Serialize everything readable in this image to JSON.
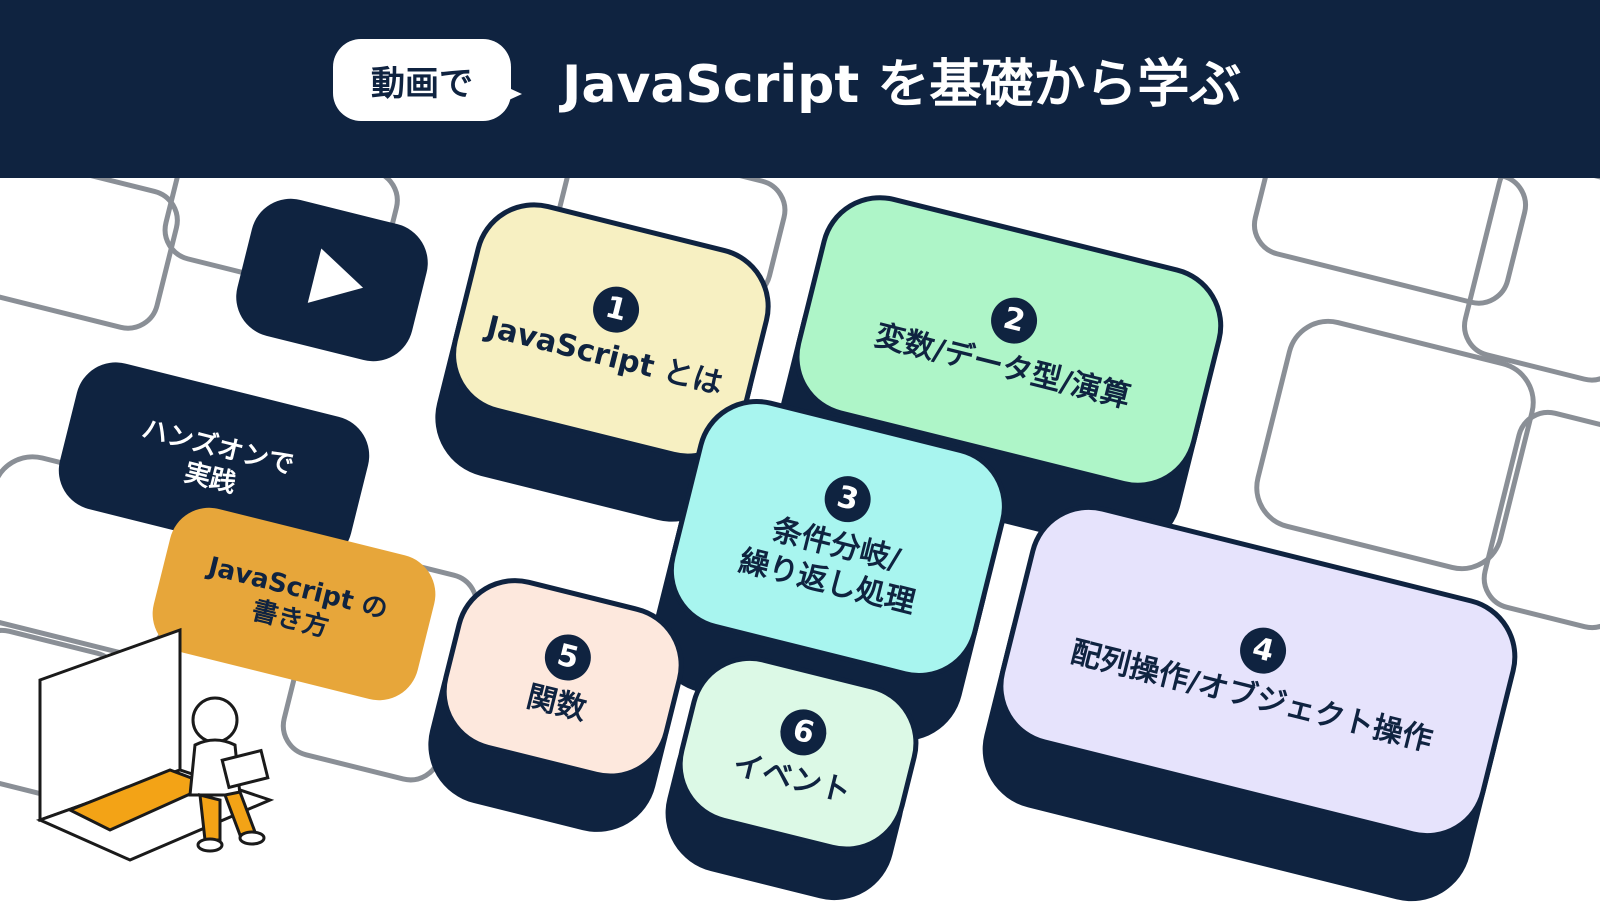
{
  "header": {
    "tag": "動画で",
    "title": "JavaScript を基礎から学ぶ"
  },
  "colors": {
    "navy": "#0f2340",
    "key1": "#f7f0c2",
    "key2": "#aef5c8",
    "key3": "#a8f5ef",
    "key4": "#e6e3fc",
    "key5": "#fde8dd",
    "key6": "#dcf9e6",
    "orange": "#e7a63a"
  },
  "icons": {
    "video": "youtube-play-icon"
  },
  "keys": [
    {
      "num": "1",
      "label": "JavaScript とは"
    },
    {
      "num": "2",
      "label": "変数/データ型/演算"
    },
    {
      "num": "3",
      "label": "条件分岐/\n繰り返し処理"
    },
    {
      "num": "4",
      "label": "配列操作/オブジェクト操作"
    },
    {
      "num": "5",
      "label": "関数"
    },
    {
      "num": "6",
      "label": "イベント"
    }
  ],
  "bubbles": {
    "handson": "ハンズオンで\n実践",
    "howto": "JavaScript の\n書き方"
  }
}
